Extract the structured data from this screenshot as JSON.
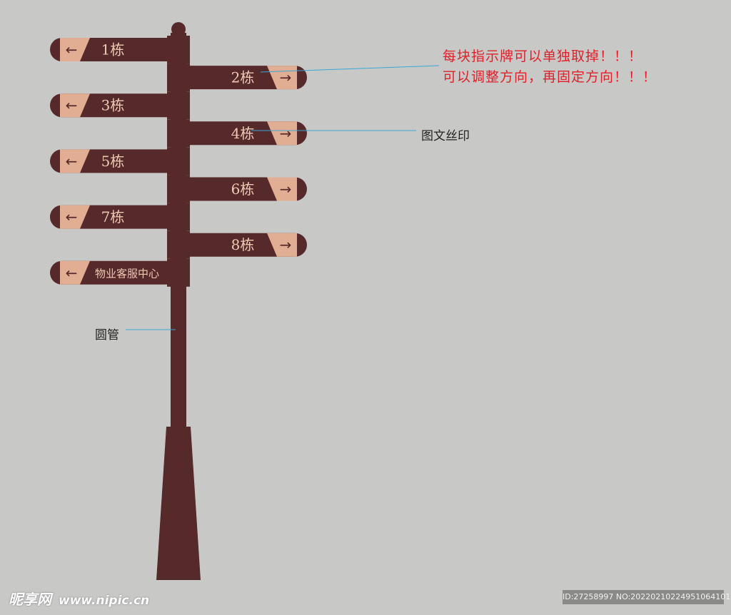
{
  "colors": {
    "background": "#c8c9c7",
    "post": "#56292a",
    "panel": "#e1ae94",
    "sign_text": "#f0c9b4",
    "leader_line": "#3aa7d6",
    "note_red": "#e0202a"
  },
  "signs": [
    {
      "label": "1栋",
      "direction": "left",
      "arrow": "←"
    },
    {
      "label": "2栋",
      "direction": "right",
      "arrow": "→"
    },
    {
      "label": "3栋",
      "direction": "left",
      "arrow": "←"
    },
    {
      "label": "4栋",
      "direction": "right",
      "arrow": "→"
    },
    {
      "label": "5栋",
      "direction": "left",
      "arrow": "←"
    },
    {
      "label": "6栋",
      "direction": "right",
      "arrow": "→"
    },
    {
      "label": "7栋",
      "direction": "left",
      "arrow": "←"
    },
    {
      "label": "8栋",
      "direction": "right",
      "arrow": "→"
    },
    {
      "label": "物业客服中心",
      "direction": "left",
      "arrow": "←"
    }
  ],
  "annotations": {
    "note_line1": "每块指示牌可以单独取掉！！！",
    "note_line2": "可以调整方向，再固定方向！！！",
    "print_label": "图文丝印",
    "tube_label": "圆管"
  },
  "watermark": {
    "brand": "昵享网",
    "url": "www.nipic.cn",
    "id_text": "ID:27258997 NO:20220210224951064101"
  }
}
